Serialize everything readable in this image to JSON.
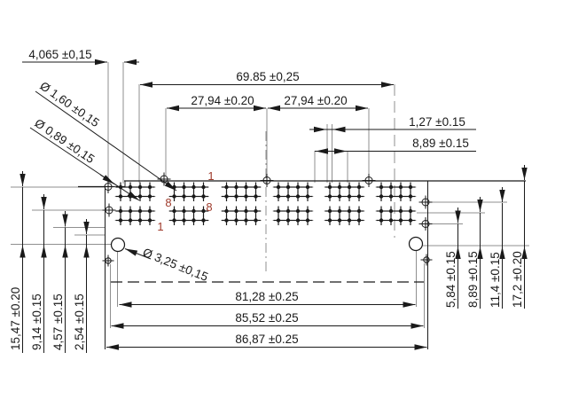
{
  "drawing": {
    "title": "connector-footprint-dimension-drawing",
    "top_dims": {
      "d4065": "4,065 ±0,15",
      "d6985": "69.85 ±0,25",
      "d2794_left": "27,94 ±0.20",
      "d2794_right": "27,94 ±0.20",
      "d127": "1,27 ±0.15",
      "d889": "8,89 ±0.15"
    },
    "bottom_dims": {
      "d8128": "81,28 ±0.25",
      "d8552": "85,52 ±0.25",
      "d8687": "86,87 ±0.25"
    },
    "left_dims": {
      "d1547": "15,47 ±0.20",
      "d914": "9,14 ±0.15",
      "d457": "4,57 ±0.15",
      "d254": "2,54 ±0.15"
    },
    "right_dims": {
      "d584": "5,84 ±0.15",
      "d889": "8,89 ±0.15",
      "d114": "11,4 ±0.15",
      "d172": "17,2 ±0.20"
    },
    "diameters": {
      "d160": "Ø 1,60 ±0,15",
      "d089": "Ø 0,89 ±0,15",
      "d325": "Ø 3,25 ±0,15"
    },
    "pin_labels": {
      "one_top": "1",
      "eight_left": "8",
      "eight_right": "8",
      "one_bottom": "1"
    },
    "colors": {
      "line": "#1a1a1a",
      "extension": "#8f8f8f",
      "row_line": "#b3b3b3",
      "pin_label": "#9e3a2b",
      "background": "#ffffff"
    }
  }
}
